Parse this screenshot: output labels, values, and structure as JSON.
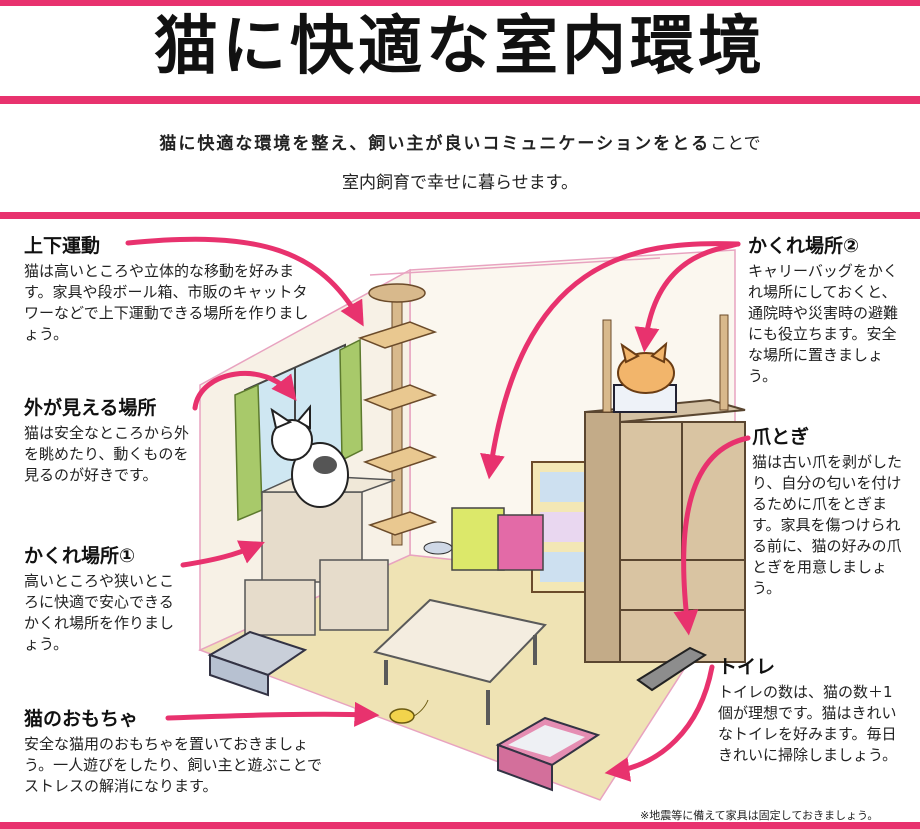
{
  "header": {
    "title": "猫に快適な室内環境"
  },
  "intro": {
    "bold": "猫に快適な環境を整え、飼い主が良いコミュニケーションをとる",
    "rest": "ことで",
    "line2": "室内飼育で幸せに暮らせます。"
  },
  "sections": {
    "updown": {
      "title": "上下運動",
      "text": "猫は高いところや立体的な移動を好みます。家具や段ボール箱、市販のキャットタワーなどで上下運動できる場所を作りましょう。"
    },
    "outside": {
      "title": "外が見える場所",
      "text": "猫は安全なところから外を眺めたり、動くものを見るのが好きです。"
    },
    "hide1": {
      "title": "かくれ場所①",
      "text": "高いところや狭いところに快適で安心できるかくれ場所を作りましょう。"
    },
    "toys": {
      "title": "猫のおもちゃ",
      "text": "安全な猫用のおもちゃを置いておきましょう。一人遊びをしたり、飼い主と遊ぶことでストレスの解消になります。"
    },
    "hide2": {
      "title": "かくれ場所②",
      "text": "キャリーバッグをかくれ場所にしておくと、通院時や災害時の避難にも役立ちます。安全な場所に置きましょう。"
    },
    "claw": {
      "title": "爪とぎ",
      "text": "猫は古い爪を剥がしたり、自分の匂いを付けるために爪をとぎます。家具を傷つけられる前に、猫の好みの爪とぎを用意しましょう。"
    },
    "toilet": {
      "title": "トイレ",
      "text": "トイレの数は、猫の数＋1 個が理想です。猫はきれいなトイレを好みます。毎日きれいに掃除しましょう。"
    }
  },
  "footnote": "※地震等に備えて家具は固定しておきましょう。",
  "colors": {
    "accent": "#e8326e",
    "floor": "#efe3b4",
    "wood": "#d8b98c"
  }
}
